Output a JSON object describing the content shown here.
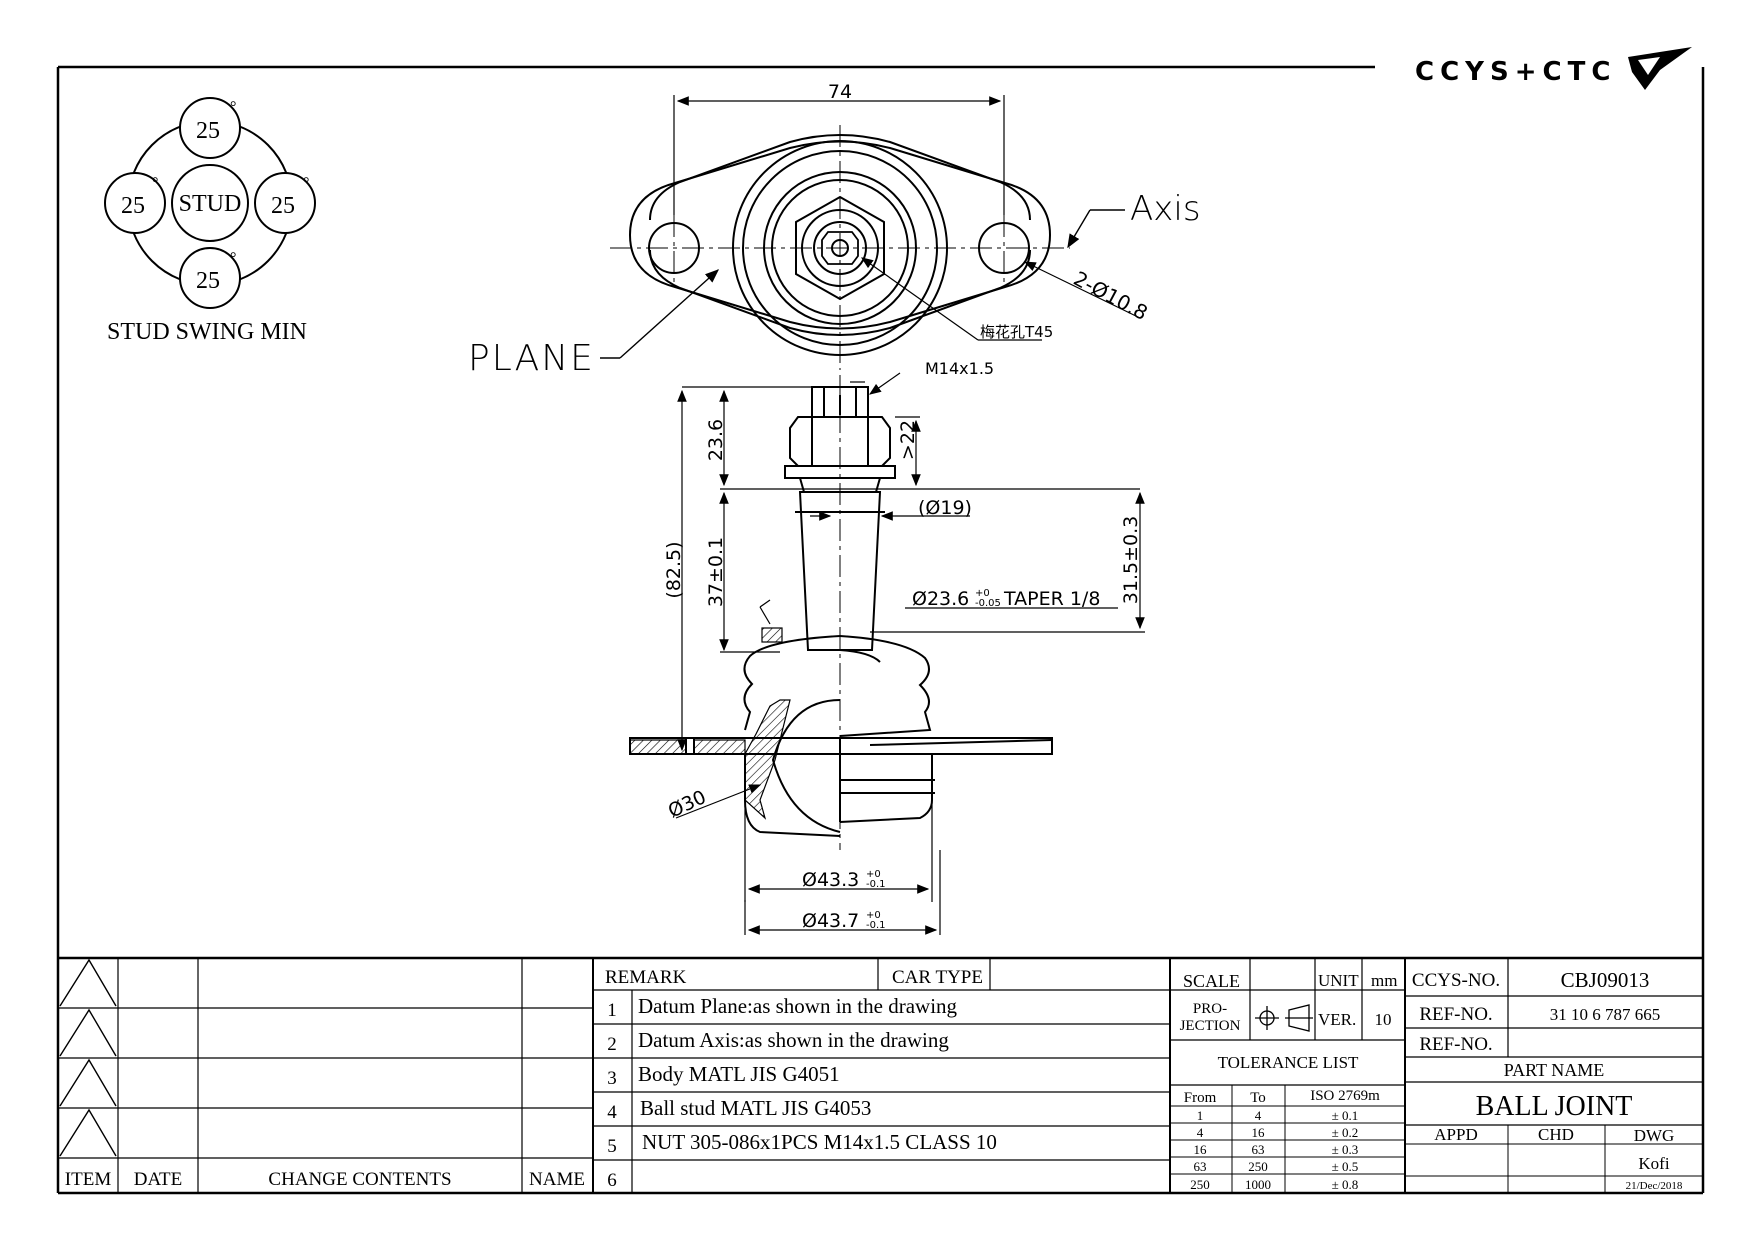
{
  "brand": {
    "logo_text": "CCYS+CTC"
  },
  "swing": {
    "top": "25",
    "left": "25",
    "right": "25",
    "bottom": "25",
    "degree": "°",
    "center": "STUD",
    "caption": "STUD SWING MIN"
  },
  "dims": {
    "width_74": "74",
    "axis": "Axis",
    "plane": "PLANE",
    "holes": "2-Ø10.8",
    "torx": "梅花孔T45",
    "thread": "M14x1.5",
    "h23_6": "23.6",
    "h22": ">22",
    "d19": "(Ø19)",
    "h31_5": "31.5±0.3",
    "h82_5": "(82.5)",
    "h37": "37±0.1",
    "taper_main": "Ø23.6",
    "taper_tol_up": "+0",
    "taper_tol_dn": "-0.05",
    "taper_suffix": "TAPER 1/8",
    "d30": "Ø30",
    "d43_3": "Ø43.3",
    "d43_3_up": "+0",
    "d43_3_dn": "-0.1",
    "d43_7": "Ø43.7",
    "d43_7_up": "+0",
    "d43_7_dn": "-0.1"
  },
  "revisions": {
    "headers": {
      "item": "ITEM",
      "date": "DATE",
      "change": "CHANGE CONTENTS",
      "name": "NAME"
    }
  },
  "remarks": {
    "header": "REMARK",
    "car_type": "CAR TYPE",
    "items": [
      {
        "no": "1",
        "text": "Datum Plane:as shown in the drawing"
      },
      {
        "no": "2",
        "text": "Datum Axis:as shown in the drawing"
      },
      {
        "no": "3",
        "text": "Body MATL JIS G4051"
      },
      {
        "no": "4",
        "text": "Ball stud MATL JIS G4053"
      },
      {
        "no": "5",
        "text": "NUT 305-086x1PCS M14x1.5 CLASS 10"
      },
      {
        "no": "6",
        "text": ""
      }
    ]
  },
  "title_block": {
    "scale_label": "SCALE",
    "unit_label": "UNIT",
    "unit_value": "mm",
    "projection_1": "PRO-",
    "projection_2": "JECTION",
    "ver_label": "VER.",
    "ver_value": "10",
    "tolerance_title": "TOLERANCE LIST",
    "tol_headers": {
      "from": "From",
      "to": "To",
      "iso": "ISO 2769m"
    },
    "tolerances": [
      {
        "from": "1",
        "to": "4",
        "tol": "± 0.1"
      },
      {
        "from": "4",
        "to": "16",
        "tol": "± 0.2"
      },
      {
        "from": "16",
        "to": "63",
        "tol": "± 0.3"
      },
      {
        "from": "63",
        "to": "250",
        "tol": "± 0.5"
      },
      {
        "from": "250",
        "to": "1000",
        "tol": "± 0.8"
      }
    ],
    "ccys_label": "CCYS-NO.",
    "ccys_value": "CBJ09013",
    "ref1_label": "REF-NO.",
    "ref1_value": "31 10 6 787 665",
    "ref2_label": "REF-NO.",
    "ref2_value": "",
    "part_name_label": "PART NAME",
    "part_name": "BALL JOINT",
    "appd": "APPD",
    "chd": "CHD",
    "dwg": "DWG",
    "drawer": "Kofi",
    "date": "21/Dec/2018"
  }
}
